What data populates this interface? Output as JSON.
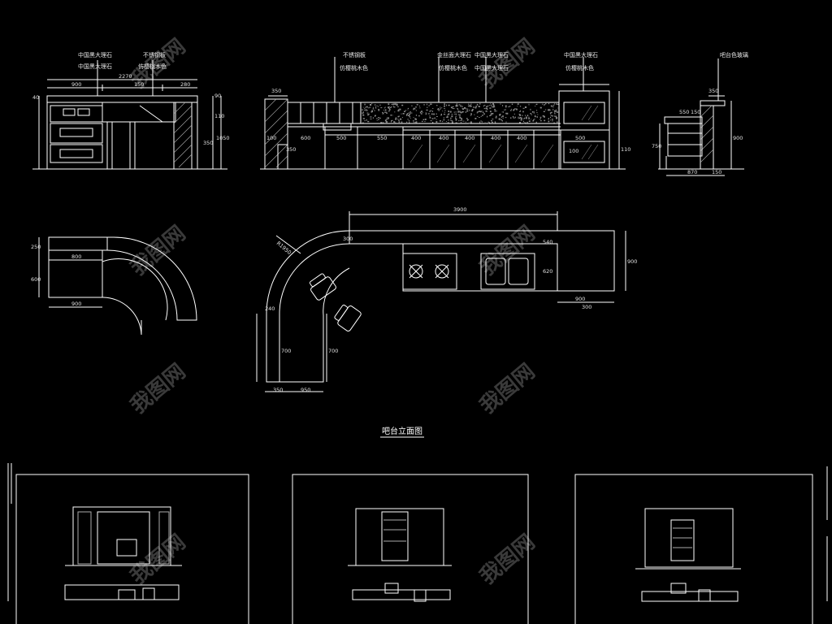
{
  "drawing": {
    "section_title": "吧台立面图",
    "watermark": "我图网",
    "colors": {
      "background": "#000000",
      "line": "#ffffff",
      "stone_hatch": "#8a8a8a",
      "watermark": "#3a3a3a"
    }
  },
  "elevation_a": {
    "labels": [
      "中国黑大理石",
      "中国黑大理石",
      "不锈钢板",
      "仿樱桃木色"
    ],
    "dims": [
      "2270",
      "900",
      "150",
      "280",
      "40",
      "110",
      "1050",
      "350",
      "90"
    ]
  },
  "elevation_b": {
    "labels": [
      "不锈钢板",
      "仿樱桃木色",
      "金丝面大理石",
      "仿樱桃木色",
      "中国黑大理石",
      "中国黑大理石",
      "中国黑大理石",
      "仿樱桃木色"
    ],
    "dims": [
      "350",
      "600",
      "100",
      "350",
      "500",
      "550",
      "400",
      "400",
      "400",
      "400",
      "400",
      "500",
      "100",
      "110"
    ]
  },
  "elevation_c": {
    "labels": [
      "吧台色玻璃"
    ],
    "dims": [
      "350",
      "550",
      "150",
      "750",
      "900",
      "870",
      "150"
    ]
  },
  "plan_a": {
    "dims": [
      "250",
      "800",
      "600",
      "900"
    ]
  },
  "plan_b": {
    "dims": [
      "3900",
      "R1950",
      "300",
      "540",
      "620",
      "900",
      "300",
      "900",
      "240",
      "700",
      "700",
      "350",
      "950"
    ]
  }
}
